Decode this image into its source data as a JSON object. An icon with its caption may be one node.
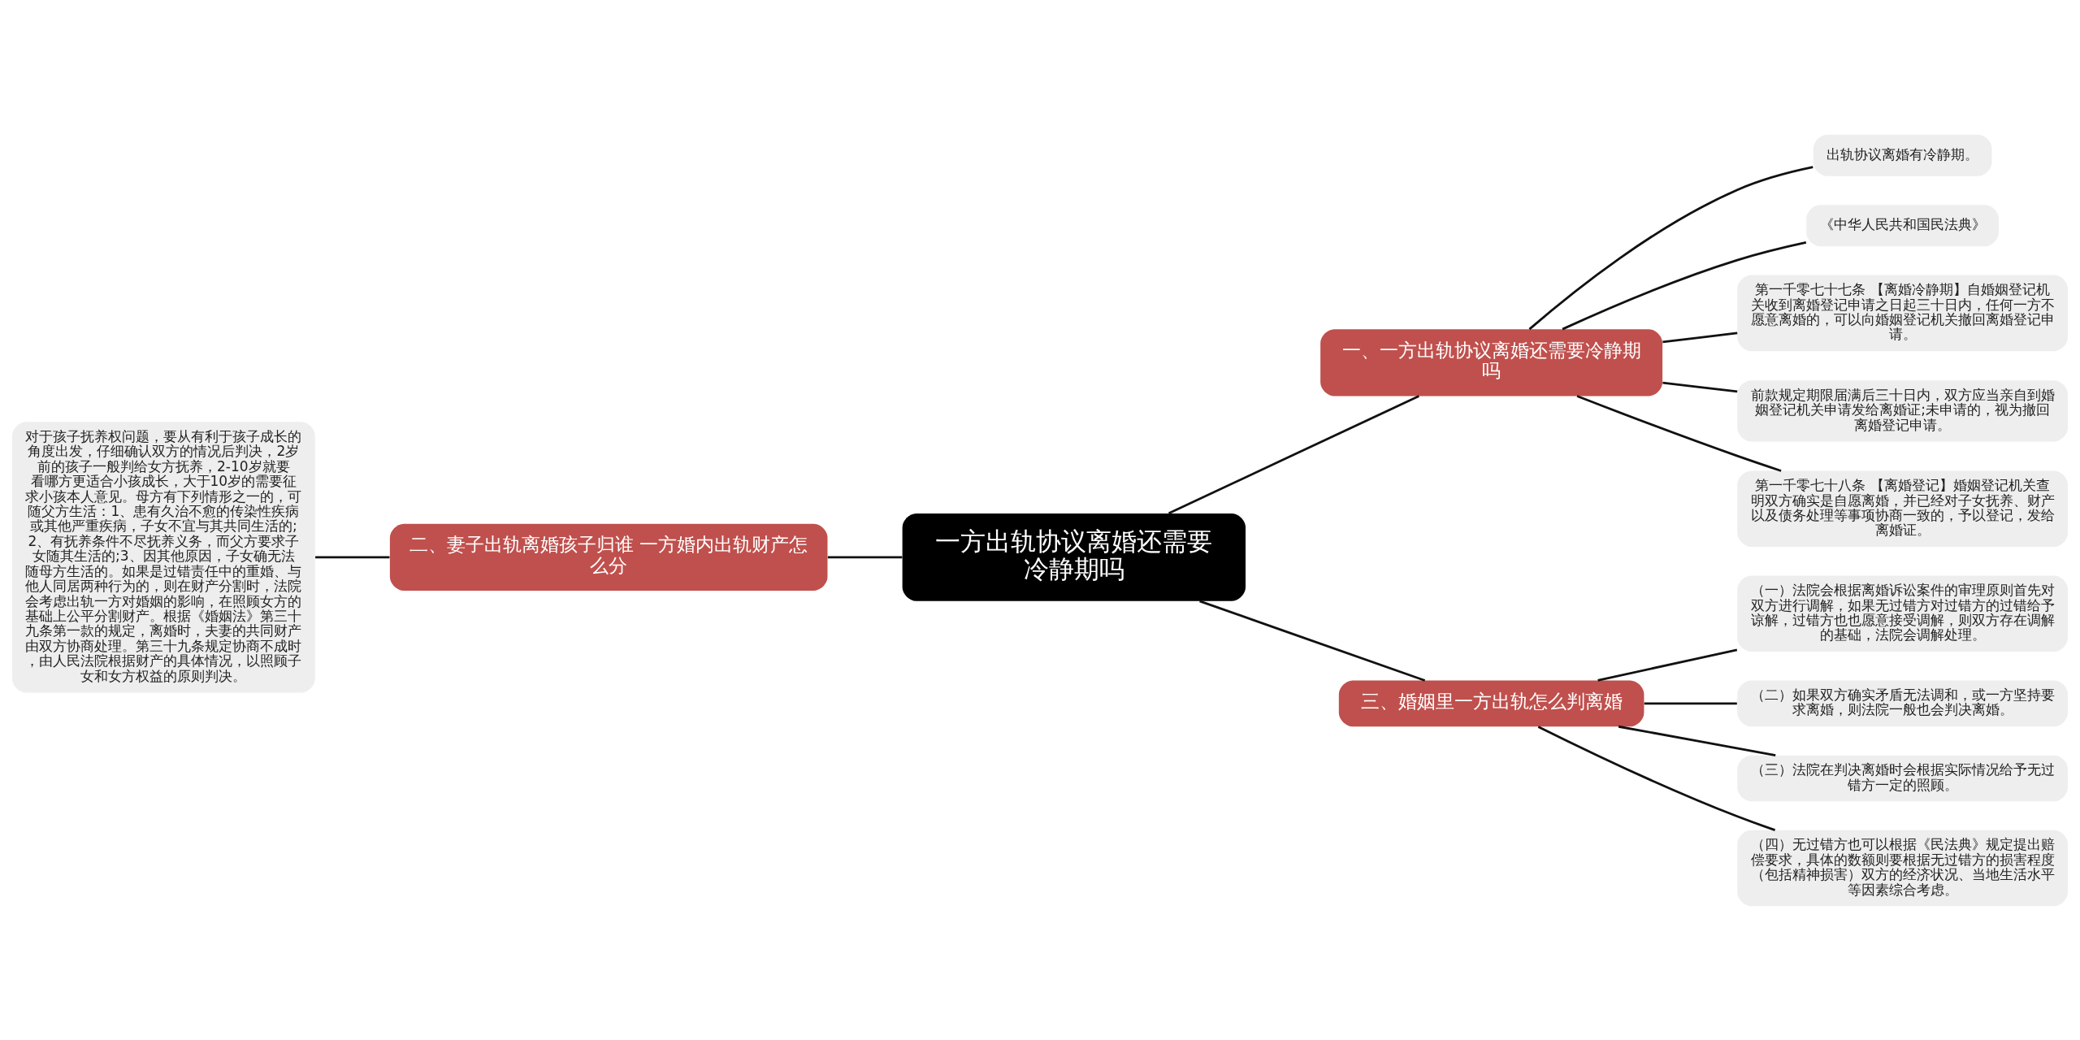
{
  "diagram": {
    "nodes": [
      {
        "text": [
          "一方出轨协议离婚还需要冷静期吗"
        ]
      },
      {
        "text": [
          "一、一方出轨协议离婚还需要冷静期吗"
        ]
      },
      {
        "text": [
          "出轨协议离婚有冷静期。"
        ]
      },
      {
        "text": [
          "《中华人民共和国民法典》"
        ]
      },
      {
        "text": [
          "第一千零七十七条 【离婚冷静期】自婚姻登记机关收到离婚登记申请之日起三十日内，任何一方不愿意离婚的，可以向婚姻登记机关撤回离婚登记申请。"
        ]
      },
      {
        "text": [
          "前款规定期限届满后三十日内，双方应当亲自到婚姻登记机关申请发给离婚证;未申请的，视为撤回离婚登记申请。"
        ]
      },
      {
        "text": [
          "第一千零七十八条 【离婚登记】婚姻登记机关查明双方确实是自愿离婚，并已经对子女抚养、财产以及债务处理等事项协商一致的，予以登记，发给离婚证。"
        ]
      },
      {
        "text": [
          "二、妻子出轨离婚孩子归谁 一方婚内出轨财产怎么分"
        ]
      },
      {
        "text": [
          "对于孩子抚养权问题，要从有利于孩子成长的角度出发，仔细确认双方的情况后判决，2岁前的孩子一般判给女方抚养，2-10岁就要看哪方更适合小孩成长，大于10岁的需要征求小孩本人意见。母方有下列情形之一的，可随父方生活：1、患有久治不愈的传染性疾病或其他严重疾病，子女不宜与其共同生活的;2、有抚养条件不尽抚养义务，而父方要求子女随其生活的;3、因其他原因，子女确无法随母方生活的。如果是过错责任中的重婚、与他人同居两种行为的，则在财产分割时，法院会考虑出轨一方对婚姻的影响，在照顾女方的基础上公平分割财产。根据《婚姻法》第三十九条第一款的规定，离婚时，夫妻的共同财产由双方协商处理。第三十九条规定协商不成时，由人民法院根据财产的具体情况，以照顾子女和女方权益的原则判决。"
        ]
      },
      {
        "text": [
          "三、婚姻里一方出轨怎么判离婚"
        ]
      },
      {
        "text": [
          "（一）法院会根据离婚诉讼案件的审理原则首先对双方进行调解，如果无过错方对过错方的过错给予谅解，过错方也也愿意接受调解，则双方存在调解的基础，法院会调解处理。"
        ]
      },
      {
        "text": [
          "（二）如果双方确实矛盾无法调和，或一方坚持要求离婚，则法院一般也会判决离婚。"
        ]
      },
      {
        "text": [
          "（三）法院在判决离婚时会根据实际情况给予无过错方一定的照顾。"
        ]
      },
      {
        "text": [
          "（四）无过错方也可以根据《民法典》规定提出赔偿要求，具体的数额则要根据无过错方的损害程度（包括精神损害）双方的经济状况、当地生活水平等因素综合考虑。"
        ]
      }
    ],
    "edges": [
      {
        "from": 0,
        "to": 1,
        "arrow": "none"
      },
      {
        "from": 1,
        "to": 2,
        "arrow": "none"
      },
      {
        "from": 1,
        "to": 3,
        "arrow": "none"
      },
      {
        "from": 1,
        "to": 4,
        "arrow": "none"
      },
      {
        "from": 1,
        "to": 5,
        "arrow": "none"
      },
      {
        "from": 1,
        "to": 6,
        "arrow": "none"
      },
      {
        "from": 0,
        "to": 7,
        "arrow": "none"
      },
      {
        "from": 7,
        "to": 8,
        "arrow": "none"
      },
      {
        "from": 0,
        "to": 9,
        "arrow": "none"
      },
      {
        "from": 9,
        "to": 10,
        "arrow": "none"
      },
      {
        "from": 9,
        "to": 11,
        "arrow": "none"
      },
      {
        "from": 9,
        "to": 12,
        "arrow": "none"
      },
      {
        "from": 9,
        "to": 13,
        "arrow": "none"
      }
    ]
  }
}
